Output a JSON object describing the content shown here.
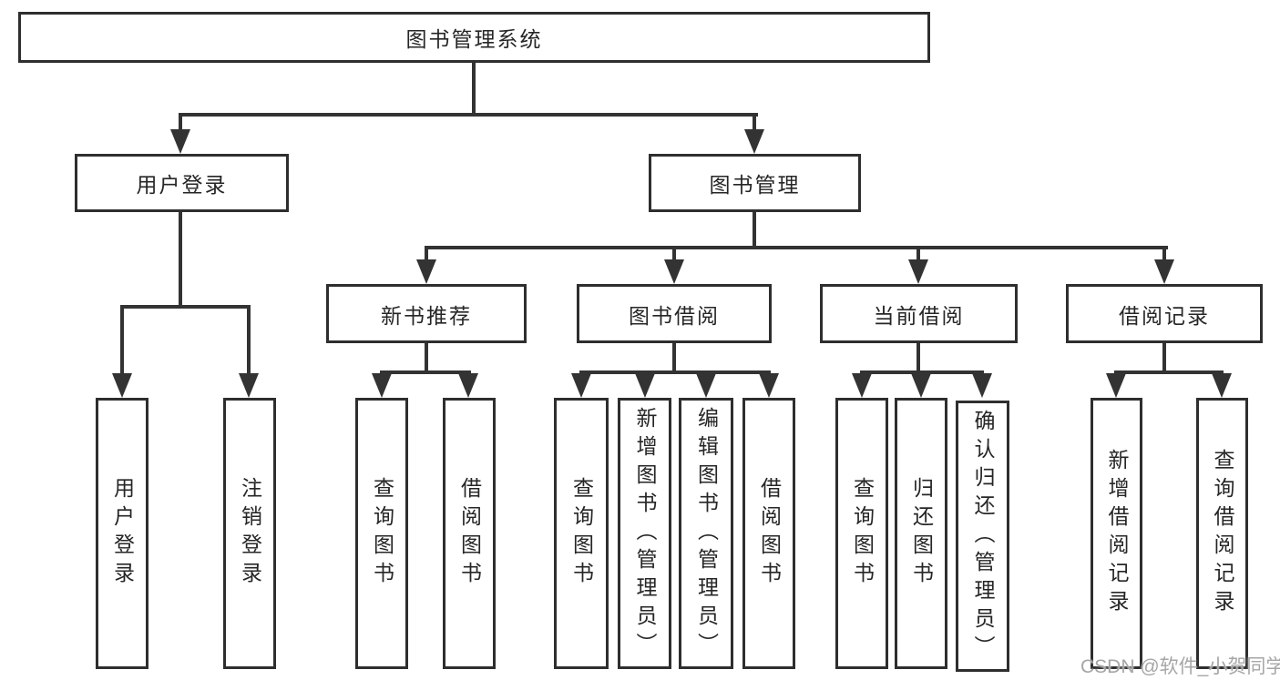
{
  "diagram_type": "hierarchy-tree",
  "tree": {
    "label": "图书管理系统",
    "children": [
      {
        "label": "用户登录",
        "children": [
          {
            "label": "用户登录"
          },
          {
            "label": "注销登录"
          }
        ]
      },
      {
        "label": "图书管理",
        "children": [
          {
            "label": "新书推荐",
            "children": [
              {
                "label": "查询图书"
              },
              {
                "label": "借阅图书"
              }
            ]
          },
          {
            "label": "图书借阅",
            "children": [
              {
                "label": "查询图书"
              },
              {
                "label": "新增图书（管理员）"
              },
              {
                "label": "编辑图书（管理员）"
              },
              {
                "label": "借阅图书"
              }
            ]
          },
          {
            "label": "当前借阅",
            "children": [
              {
                "label": "查询图书"
              },
              {
                "label": "归还图书"
              },
              {
                "label": "确认归还（管理员）"
              }
            ]
          },
          {
            "label": "借阅记录",
            "children": [
              {
                "label": "新增借阅记录"
              },
              {
                "label": "查询借阅记录"
              }
            ]
          }
        ]
      }
    ]
  },
  "watermark": {
    "text": "CSDN @软件_小贺同学"
  },
  "colors": {
    "line": "#333333",
    "border": "#2e2e2e",
    "text": "#262626",
    "watermark": "#a6a6a6",
    "background": "#ffffff"
  }
}
